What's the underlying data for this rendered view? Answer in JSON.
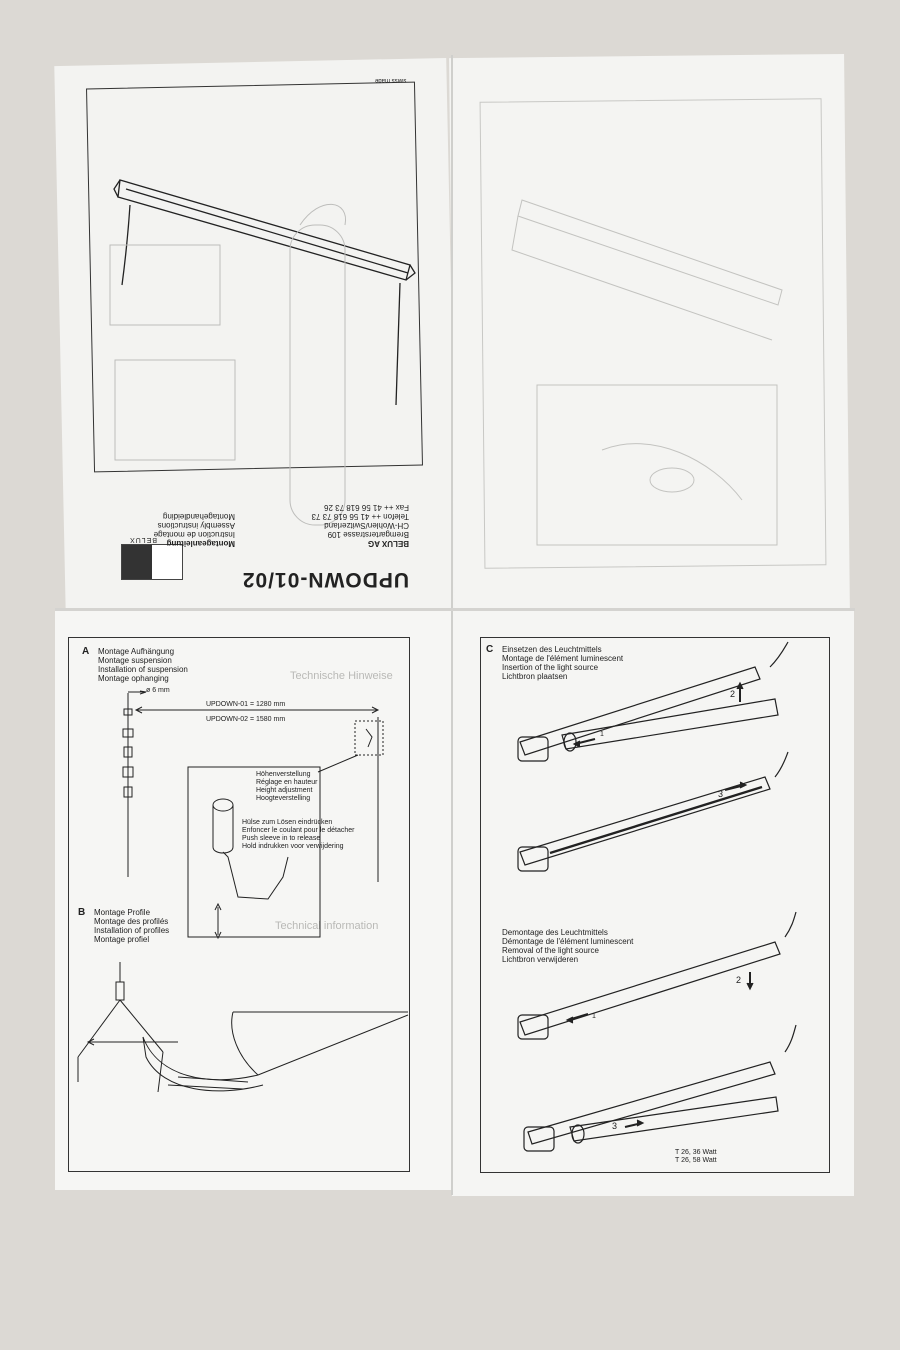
{
  "cover": {
    "product_title": "UPDOWN-01/02",
    "brand_logo_text": "BELUX",
    "company": [
      "BELUX AG",
      "Bremgarterstrasse 109",
      "CH-Wohlen/Switzerland",
      "Telefon ++ 41 56 618 73 73",
      "Fax ++ 41 56 618 73 26"
    ],
    "instructions": [
      "Montageanleitung",
      "Instruction de montage",
      "Assembly instructions",
      "Montagehandleiding"
    ],
    "print_mark": "swiss made"
  },
  "panel_a": {
    "letter": "A",
    "heading_lines": [
      "Montage Aufhängung",
      "Montage suspension",
      "Installation of suspension",
      "Montage ophanging"
    ],
    "diameter_label": "ø 6 mm",
    "dims": [
      "UPDOWN-01 = 1280 mm",
      "UPDOWN-02 = 1580 mm"
    ],
    "height_lines": [
      "Höhenverstellung",
      "Réglage en hauteur",
      "Height adjustment",
      "Hoogteverstelling"
    ],
    "sleeve_lines": [
      "Hülse zum Lösen eindrücken",
      "Enfoncer le coulant pour le détacher",
      "Push sleeve in to release",
      "Hold indrukken voor verwijdering"
    ]
  },
  "panel_b": {
    "letter": "B",
    "heading_lines": [
      "Montage Profile",
      "Montage des profilés",
      "Installation of profiles",
      "Montage profiel"
    ]
  },
  "panel_c": {
    "letter": "C",
    "insert_lines": [
      "Einsetzen des Leuchtmittels",
      "Montage de l'élément luminescent",
      "Insertion of the light source",
      "Lichtbron plaatsen"
    ],
    "remove_lines": [
      "Demontage des Leuchtmittels",
      "Démontage de l'élément luminescent",
      "Removal of the light source",
      "Lichtbron verwijderen"
    ],
    "steps": [
      "1",
      "2",
      "3",
      "1",
      "2",
      "3"
    ],
    "lamp_specs": [
      "T 26, 36 Watt",
      "T 26, 58 Watt"
    ]
  },
  "show_through": {
    "tech_heading": "Technische Hinweise",
    "tech_heading_en": "Technical information"
  }
}
